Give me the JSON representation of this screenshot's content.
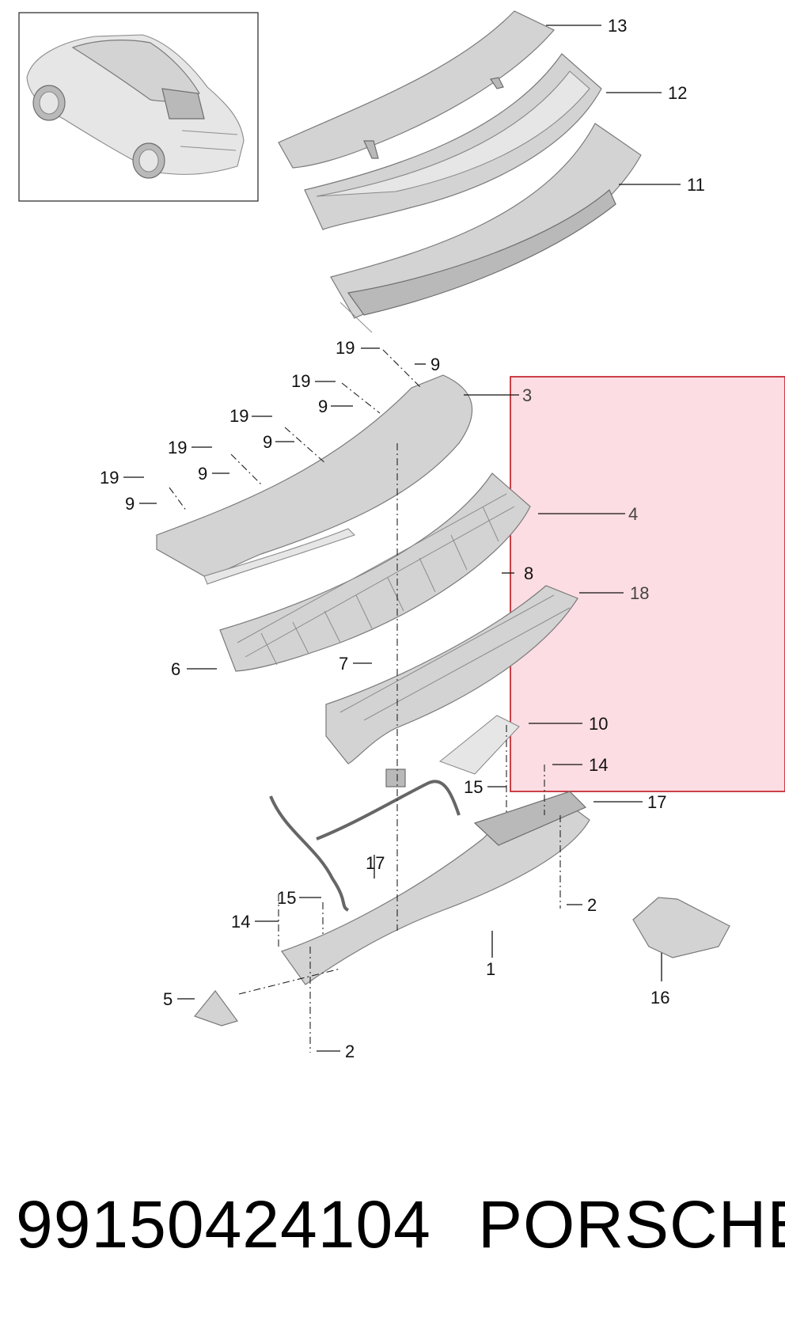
{
  "callouts": [
    "13",
    "12",
    "11",
    "19",
    "9",
    "3",
    "19",
    "9",
    "19",
    "9",
    "19",
    "9",
    "19",
    "9",
    "4",
    "8",
    "18",
    "6",
    "7",
    "10",
    "14",
    "15",
    "17",
    "17",
    "15",
    "14",
    "2",
    "1",
    "16",
    "5",
    "2"
  ],
  "footer": {
    "part_number": "99150424104",
    "brand": "PORSCHE"
  },
  "colors": {
    "highlight_fill": "#fbd7de",
    "highlight_border": "#c0151f",
    "part_gray": "#d3d3d3"
  }
}
